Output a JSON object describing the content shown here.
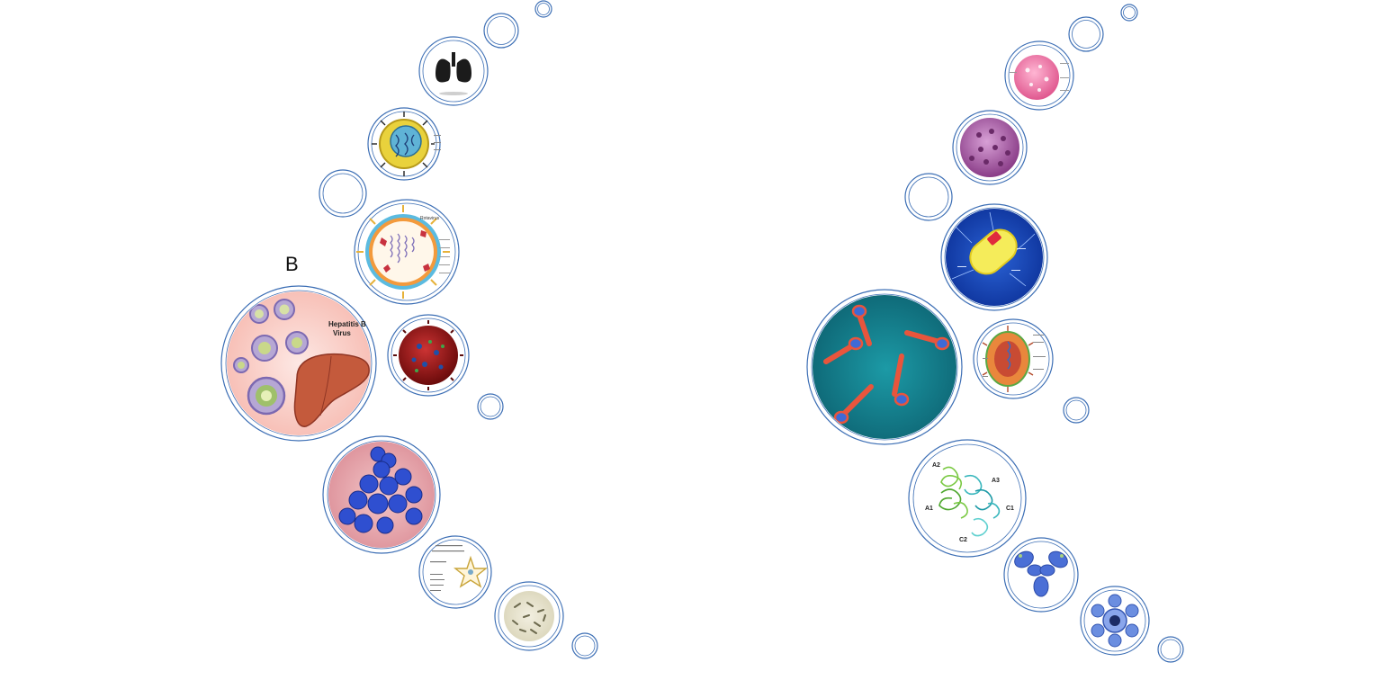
{
  "left_panel": {
    "label": "B",
    "hbv_text": "Hepatitis B\nVirus",
    "rotavirus_text": "Rotavirus"
  },
  "right_panel": {
    "domain_labels": [
      "A2",
      "A3",
      "A1",
      "C1",
      "C2"
    ]
  },
  "colors": {
    "ring": "#3d6fb5"
  }
}
